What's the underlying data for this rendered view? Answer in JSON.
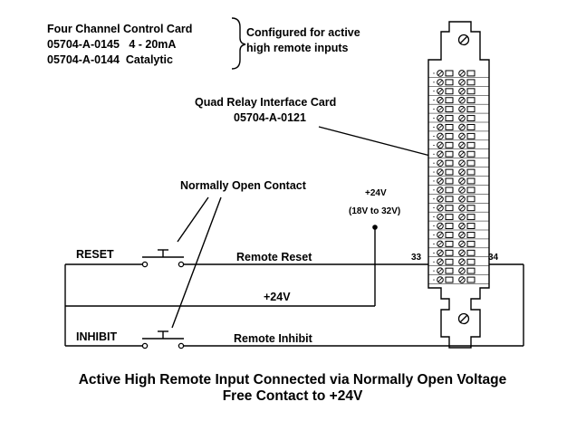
{
  "header": {
    "control_card_title": "Four Channel Control Card",
    "part_4_20": "05704-A-0145   4 - 20mA",
    "part_catalytic": "05704-A-0144  Catalytic",
    "config_line1": "Configured for active",
    "config_line2": "high remote inputs"
  },
  "relay_card": {
    "title": "Quad Relay Interface Card",
    "part": "05704-A-0121",
    "terminal_left": "33",
    "terminal_right": "34"
  },
  "contacts": {
    "label": "Normally Open Contact",
    "reset": "RESET",
    "inhibit": "INHIBIT"
  },
  "wires": {
    "remote_reset": "Remote Reset",
    "supply": "+24V",
    "remote_inhibit": "Remote Inhibit"
  },
  "supply": {
    "voltage": "+24V",
    "range": "(18V to 32V)"
  },
  "caption": {
    "line1": "Active High Remote Input Connected via Normally Open Voltage",
    "line2": "Free Contact to +24V"
  },
  "terminal_block": {
    "rows": 24
  }
}
